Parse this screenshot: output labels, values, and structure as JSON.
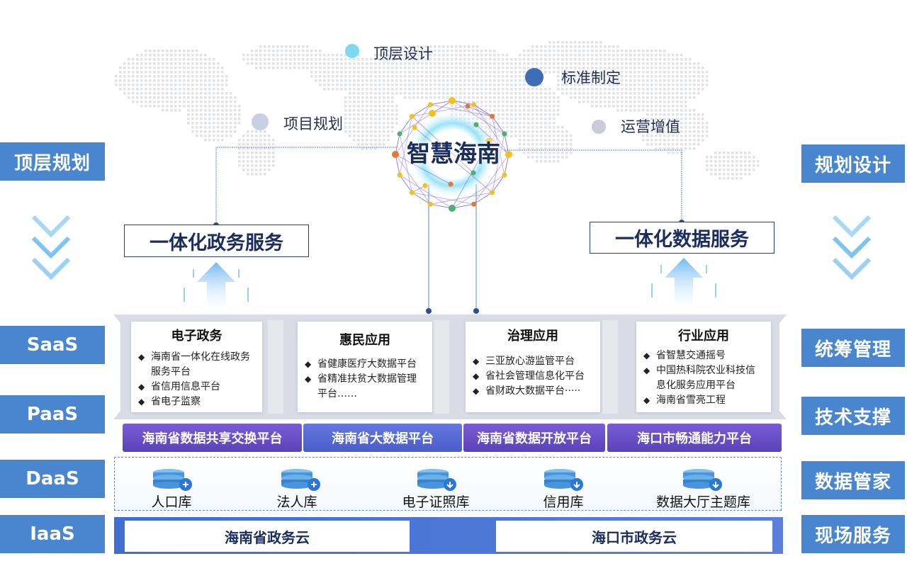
{
  "hub": {
    "title": "智慧海南",
    "legend": [
      {
        "label": "顶层设计",
        "color": "#7fd8ef"
      },
      {
        "label": "标准制定",
        "color": "#3d6db5"
      },
      {
        "label": "项目规划",
        "color": "#c9cfe0"
      },
      {
        "label": "运营增值",
        "color": "#c9ccd6"
      }
    ]
  },
  "left_labels": [
    "顶层规划",
    "SaaS",
    "PaaS",
    "DaaS",
    "IaaS"
  ],
  "right_labels": [
    "规划设计",
    "统筹管理",
    "技术支撑",
    "数据管家",
    "现场服务"
  ],
  "services": {
    "left": "一体化政务服务",
    "right": "一体化数据服务"
  },
  "saas": [
    {
      "title": "电子政务",
      "items": [
        "海南省一体化在线政务服务平台",
        "省信用信息平台",
        "省电子监察"
      ]
    },
    {
      "title": "惠民应用",
      "items": [
        "省健康医疗大数据平台",
        "省精准扶贫大数据管理平台……"
      ]
    },
    {
      "title": "治理应用",
      "items": [
        "三亚放心游监管平台",
        "省社会管理信息化平台",
        "省财政大数据平台·····"
      ]
    },
    {
      "title": "行业应用",
      "items": [
        "省智慧交通摇号",
        "中国热科院农业科技信息化服务应用平台",
        "海南省雪亮工程"
      ]
    }
  ],
  "paas": [
    "海南省数据共享交换平台",
    "海南省大数据平台",
    "海南省数据开放平台",
    "海口市畅通能力平台"
  ],
  "daas": [
    "人口库",
    "法人库",
    "电子证照库",
    "信用库",
    "数据大厅主题库"
  ],
  "iaas": [
    "海南省政务云",
    "海口市政务云"
  ],
  "colors": {
    "side_label": "#4a86d0",
    "platform_a": "#6a4fc9",
    "platform_b": "#4f66d4",
    "iaas": "#4a72d6"
  },
  "icons": {
    "chevron": "chevron-down-icon",
    "database": "database-icon",
    "upload_arrow": "upload-arrow-icon"
  }
}
